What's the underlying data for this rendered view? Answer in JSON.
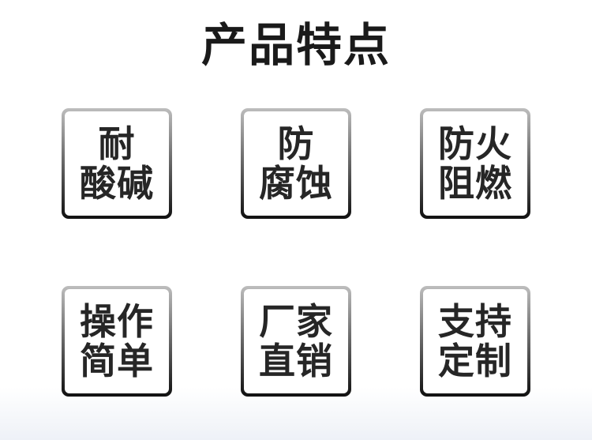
{
  "title": "产品特点",
  "features": [
    {
      "line1": "耐",
      "line2": "酸碱"
    },
    {
      "line1": "防",
      "line2": "腐蚀"
    },
    {
      "line1": "防火",
      "line2": "阻燃"
    },
    {
      "line1": "操作",
      "line2": "简单"
    },
    {
      "line1": "厂家",
      "line2": "直销"
    },
    {
      "line1": "支持",
      "line2": "定制"
    }
  ]
}
